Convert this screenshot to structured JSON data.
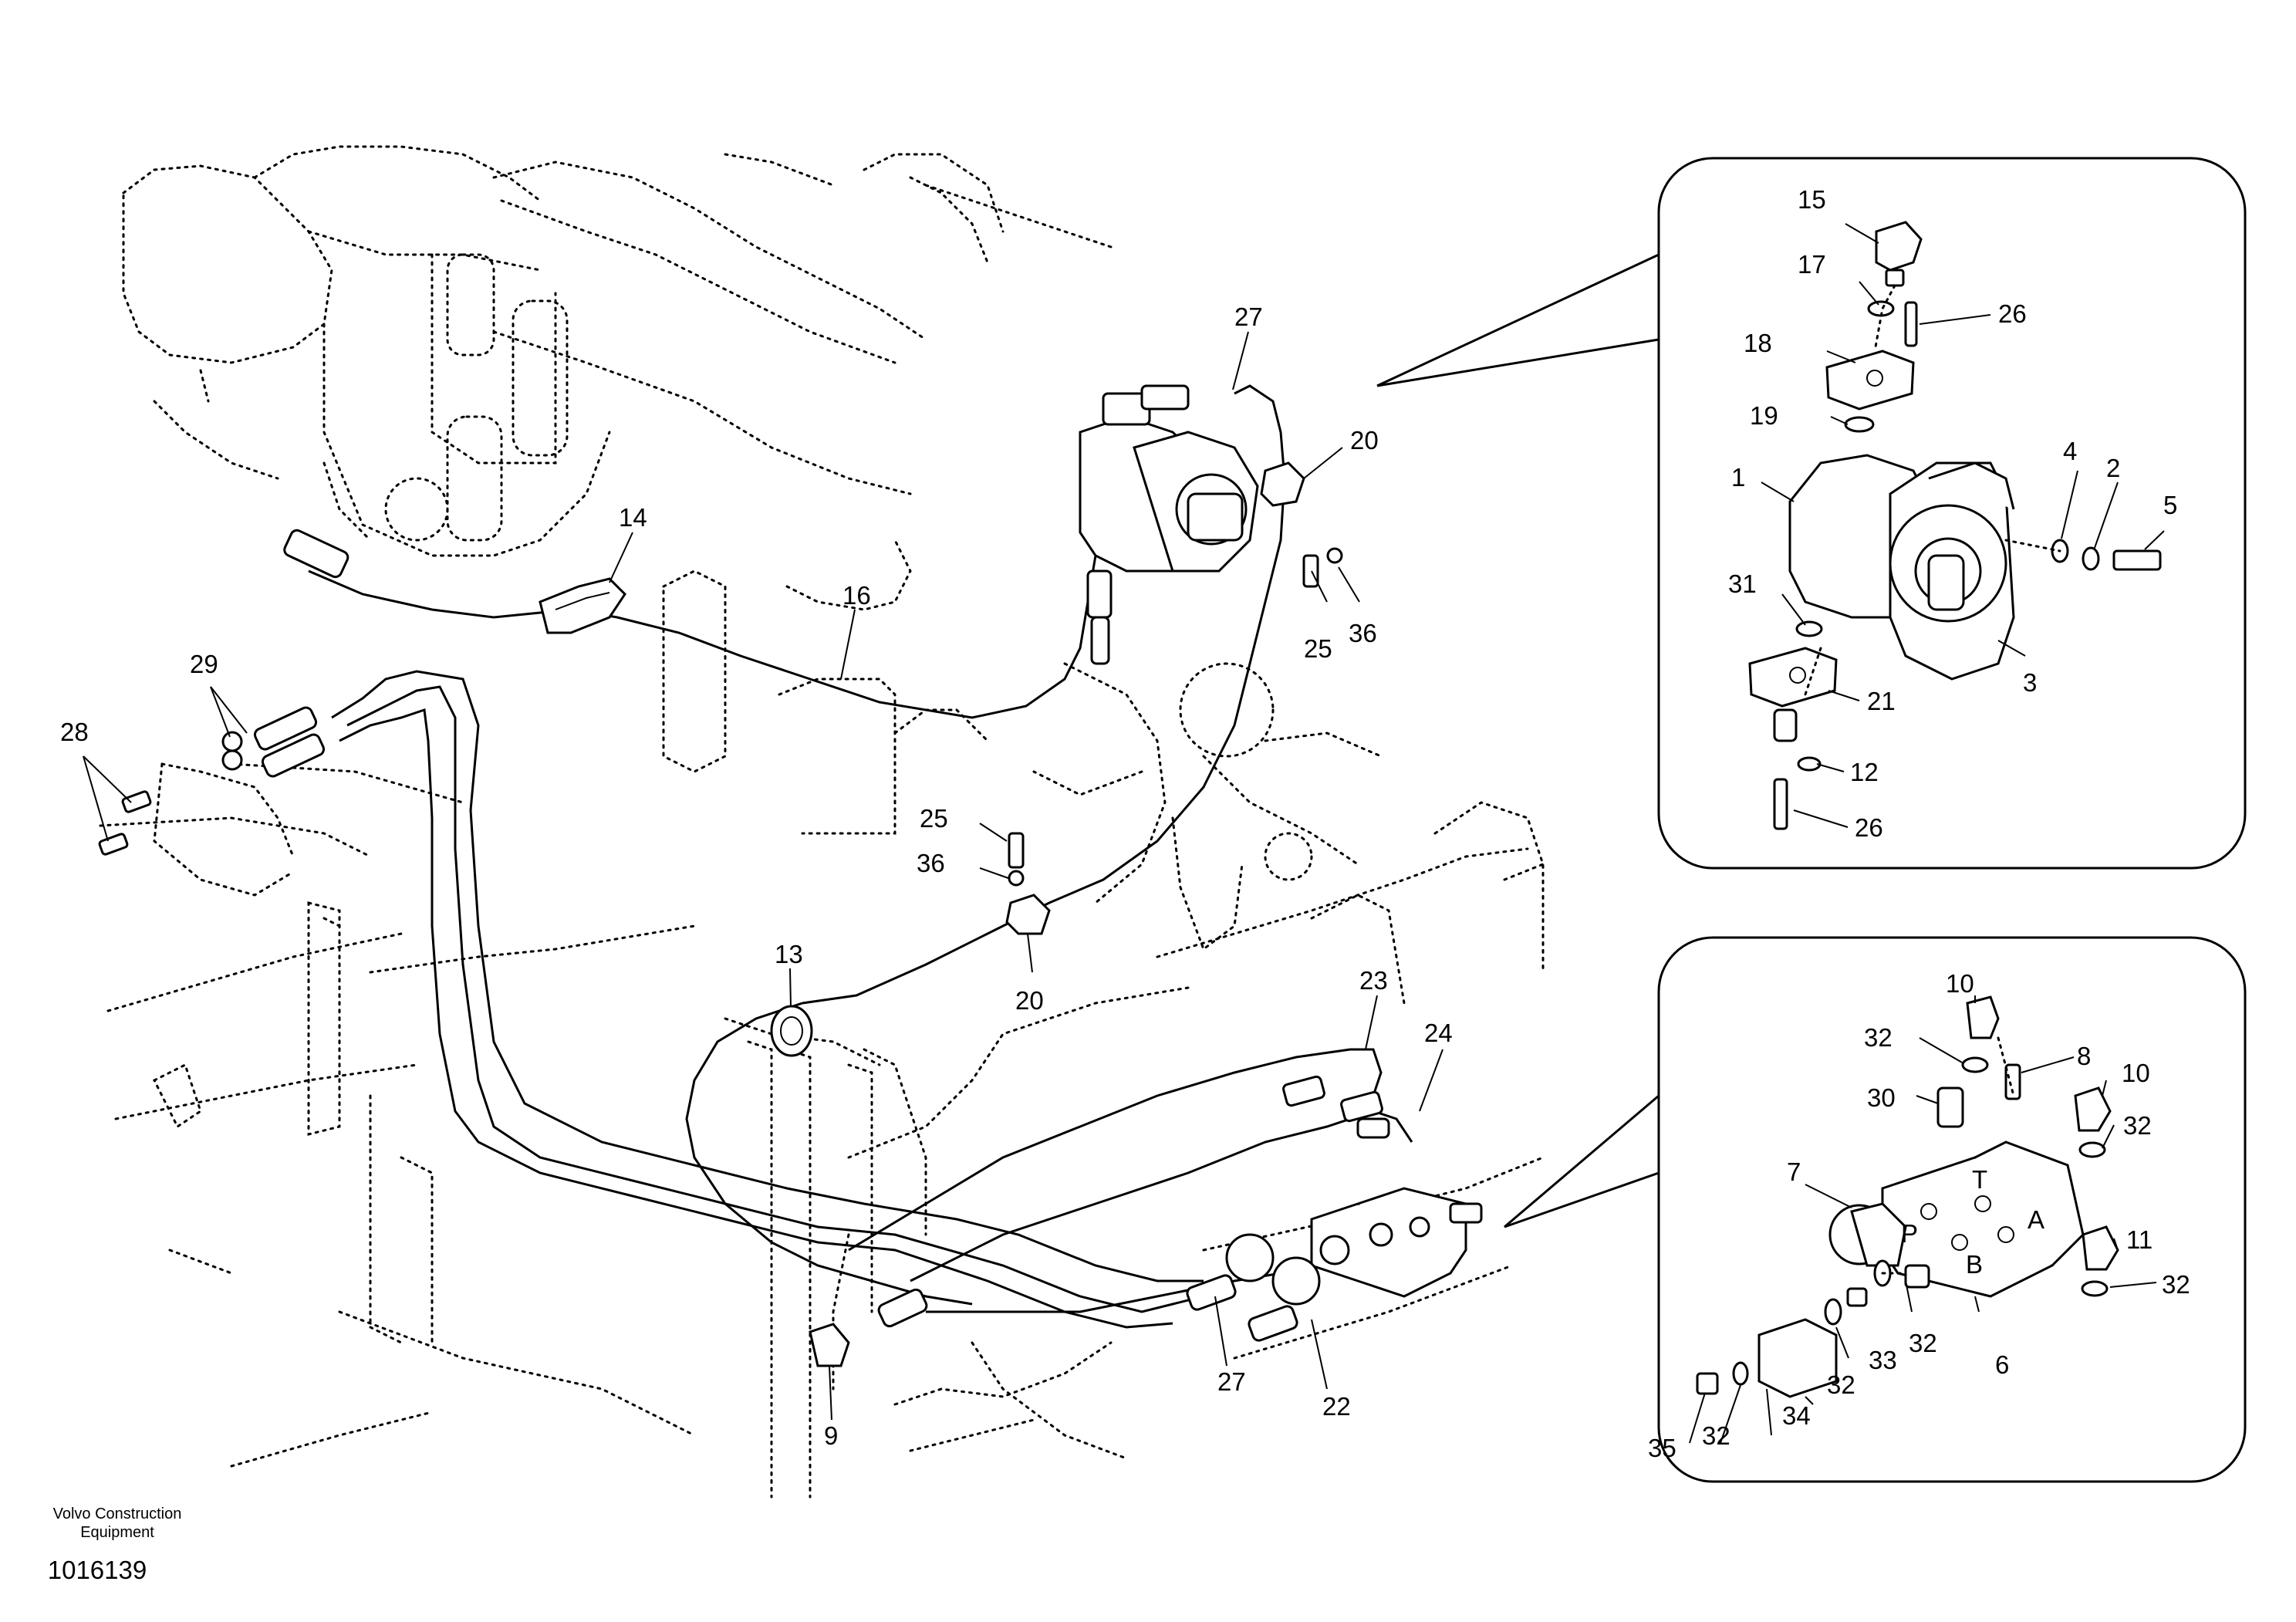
{
  "footer": {
    "company_line1": "Volvo Construction",
    "company_line2": "Equipment",
    "drawing_number": "1016139"
  },
  "callouts": {
    "c1": "1",
    "c2": "2",
    "c3": "3",
    "c4": "4",
    "c5": "5",
    "c6": "6",
    "c7": "7",
    "c8": "8",
    "c9": "9",
    "c10a": "10",
    "c10b": "10",
    "c11": "11",
    "c12": "12",
    "c13": "13",
    "c14": "14",
    "c15": "15",
    "c16": "16",
    "c17": "17",
    "c18": "18",
    "c19": "19",
    "c20a": "20",
    "c20b": "20",
    "c21": "21",
    "c22": "22",
    "c23": "23",
    "c24": "24",
    "c25a": "25",
    "c25b": "25",
    "c26a": "26",
    "c26b": "26",
    "c27a": "27",
    "c27b": "27",
    "c28": "28",
    "c29": "29",
    "c30": "30",
    "c31": "31",
    "c32a": "32",
    "c32b": "32",
    "c32c": "32",
    "c32d": "32",
    "c32e": "32",
    "c32f": "32",
    "c33": "33",
    "c34": "34",
    "c35": "35",
    "c36a": "36",
    "c36b": "36"
  },
  "port_labels": {
    "p": "P",
    "a": "A",
    "b": "B",
    "t": "T"
  }
}
